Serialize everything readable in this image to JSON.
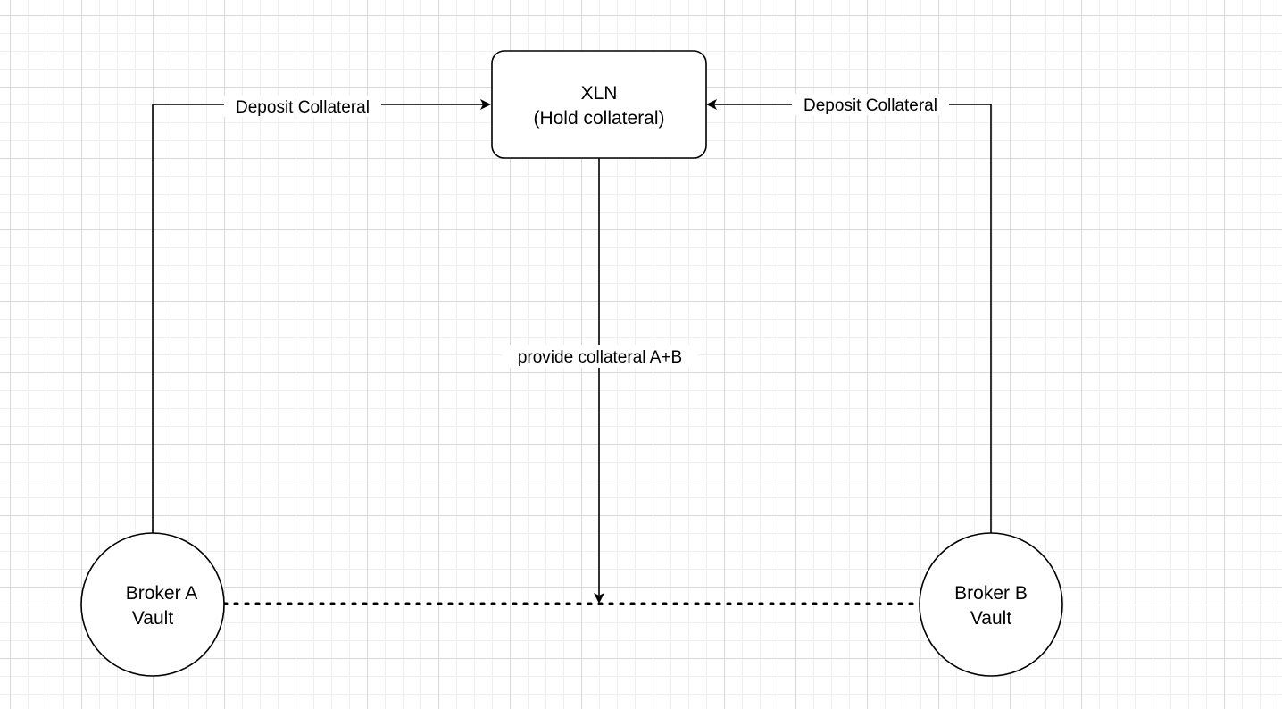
{
  "nodes": {
    "xln": {
      "line1": "XLN",
      "line2": "(Hold collateral)"
    },
    "broker_a": {
      "line1": "Broker A",
      "line2": "Vault"
    },
    "broker_b": {
      "line1": "Broker B",
      "line2": "Vault"
    }
  },
  "edges": {
    "deposit_a": {
      "label": "Deposit Collateral"
    },
    "deposit_b": {
      "label": "Deposit Collateral"
    },
    "provide": {
      "label": "provide collateral A+B"
    }
  }
}
